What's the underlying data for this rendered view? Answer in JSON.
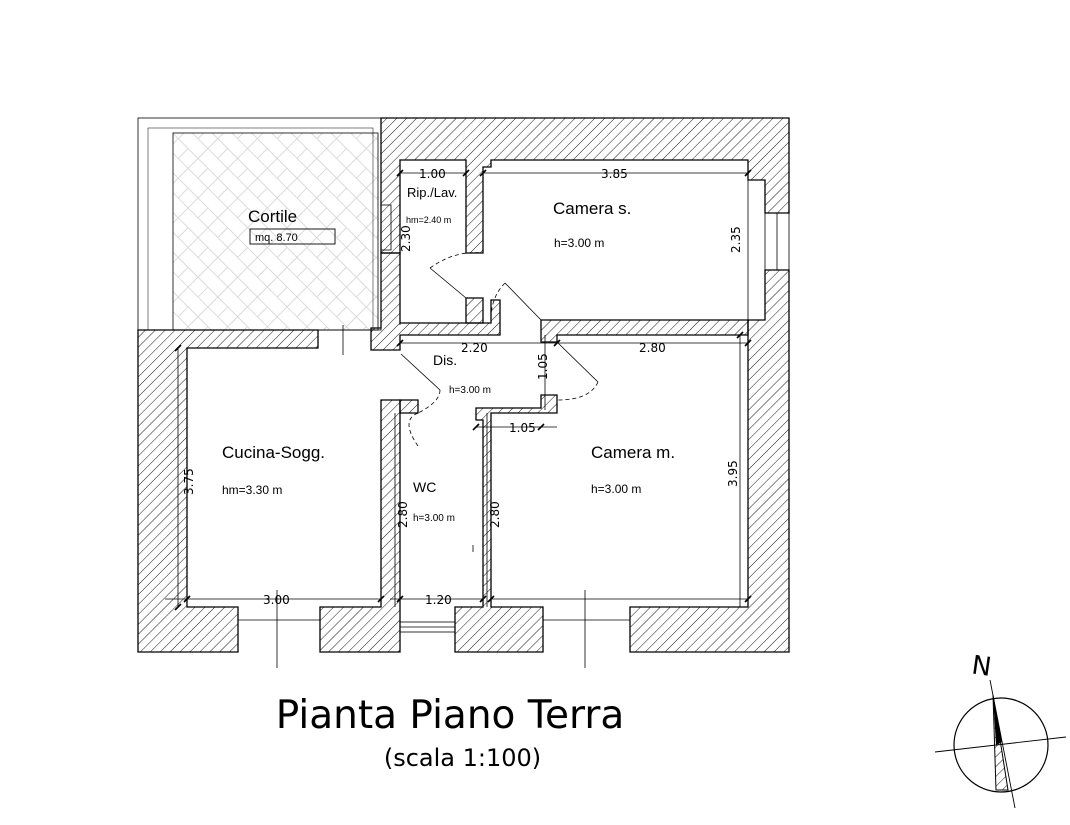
{
  "title": "Pianta Piano Terra",
  "scale": "(scala 1:100)",
  "north": "N",
  "courtyard": {
    "name": "Cortile",
    "area": "mq. 8.70"
  },
  "rooms": {
    "ripostiglio": {
      "name": "Rip./Lav.",
      "height": "hm=2.40 m"
    },
    "camera_s": {
      "name": "Camera s.",
      "height": "h=3.00 m"
    },
    "dis": {
      "name": "Dis.",
      "height": "h=3.00 m"
    },
    "cucina": {
      "name": "Cucina-Sogg.",
      "height": "hm=3.30 m"
    },
    "wc": {
      "name": "WC",
      "height": "h=3.00 m"
    },
    "camera_m": {
      "name": "Camera m.",
      "height": "h=3.00 m"
    }
  },
  "dimensions": {
    "rip_width": "1.00",
    "camera_s_width": "3.85",
    "rip_depth": "2.30",
    "camera_s_depth": "2.35",
    "dis_width": "2.20",
    "dis_depth": "1.05",
    "camera_m_width": "2.80",
    "cucina_depth": "3.75",
    "step_width": "1.05",
    "wc_depth": "2.80",
    "wc_depth_right": "2.80",
    "camera_m_depth": "3.95",
    "cucina_width": "3.00",
    "wc_width": "1.20"
  }
}
